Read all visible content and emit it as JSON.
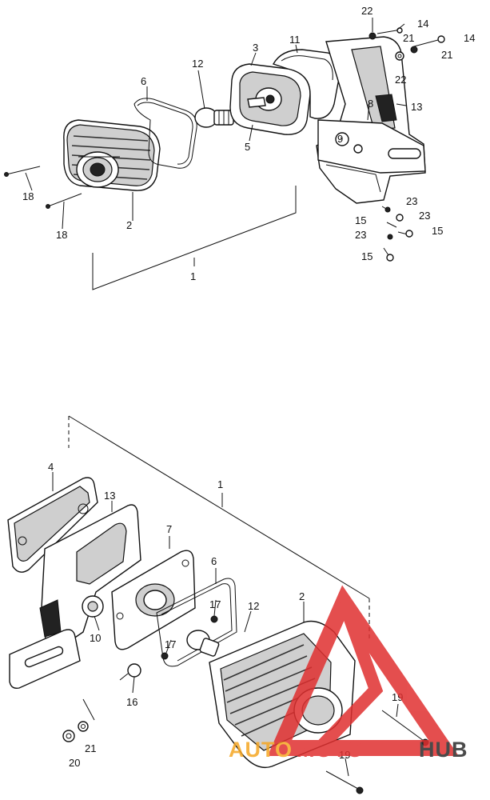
{
  "diagram": {
    "upper_assembly_callouts": [
      "1",
      "2",
      "3",
      "5",
      "6",
      "8",
      "9",
      "11",
      "12",
      "13",
      "14",
      "14",
      "15",
      "15",
      "15",
      "18",
      "18",
      "21",
      "21",
      "22",
      "22",
      "23",
      "23",
      "23"
    ],
    "lower_assembly_callouts": [
      "1",
      "2",
      "4",
      "6",
      "7",
      "10",
      "12",
      "13",
      "16",
      "17",
      "17",
      "19",
      "19",
      "20",
      "21"
    ]
  },
  "watermark": {
    "part1": "AUTO",
    "part2": "MOTO",
    "part3": "HUB",
    "color_orange": "#f5a623",
    "color_red": "#e03030",
    "color_dark": "#2b2b2b"
  }
}
